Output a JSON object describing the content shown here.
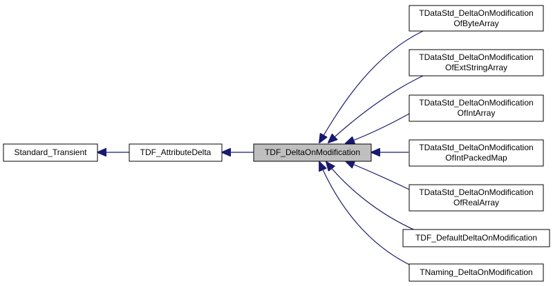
{
  "colors": {
    "edge": "#191970",
    "focus_fill": "#bfbfbf",
    "node_fill": "#ffffff",
    "node_border": "#000000"
  },
  "nodes": {
    "standard_transient": [
      "Standard_Transient"
    ],
    "attribute_delta": [
      "TDF_AttributeDelta"
    ],
    "delta_on_modification": [
      "TDF_DeltaOnModification"
    ],
    "byte_array": [
      "TDataStd_DeltaOnModification",
      "OfByteArray"
    ],
    "ext_string_array": [
      "TDataStd_DeltaOnModification",
      "OfExtStringArray"
    ],
    "int_array": [
      "TDataStd_DeltaOnModification",
      "OfIntArray"
    ],
    "int_packed_map": [
      "TDataStd_DeltaOnModification",
      "OfIntPackedMap"
    ],
    "real_array": [
      "TDataStd_DeltaOnModification",
      "OfRealArray"
    ],
    "default_delta": [
      "TDF_DefaultDeltaOnModification"
    ],
    "naming_delta": [
      "TNaming_DeltaOnModification"
    ]
  }
}
